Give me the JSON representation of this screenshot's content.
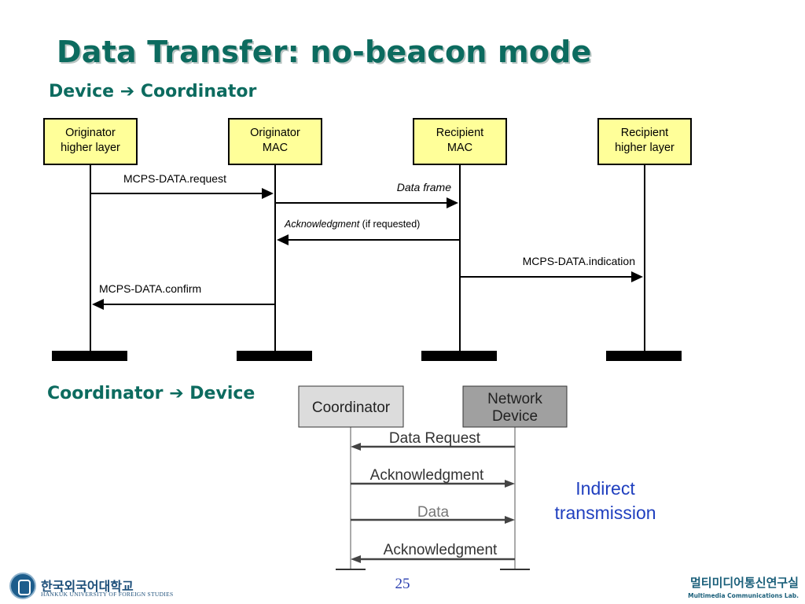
{
  "slide": {
    "title": "Data Transfer: no-beacon mode",
    "section1": {
      "left": "Device",
      "arrow": "➔",
      "right": "Coordinator"
    },
    "section2": {
      "left": "Coordinator",
      "arrow": "➔",
      "right": "Device"
    },
    "indirect_note": [
      "Indirect",
      "transmission"
    ],
    "page_number": "25",
    "university": {
      "name_ko": "한국외국어대학교",
      "name_en": "HANKUK UNIVERSITY OF FOREIGN STUDIES"
    },
    "lab": {
      "name_ko": "멀티미디어통신연구실",
      "name_en": "Multimedia Communications Lab."
    }
  },
  "diagram1": {
    "entities": [
      {
        "id": "orig_hl",
        "lines": [
          "Originator",
          "higher layer"
        ]
      },
      {
        "id": "orig_mac",
        "lines": [
          "Originator",
          "MAC"
        ]
      },
      {
        "id": "rec_mac",
        "lines": [
          "Recipient",
          "MAC"
        ]
      },
      {
        "id": "rec_hl",
        "lines": [
          "Recipient",
          "higher layer"
        ]
      }
    ],
    "messages": [
      {
        "from": "orig_hl",
        "to": "orig_mac",
        "label": "MCPS-DATA.request"
      },
      {
        "from": "orig_mac",
        "to": "rec_mac",
        "label": "Data frame"
      },
      {
        "from": "rec_mac",
        "to": "orig_mac",
        "label_italic": "Acknowledgment",
        "label_rest": " (if requested)"
      },
      {
        "from": "rec_mac",
        "to": "rec_hl",
        "label": "MCPS-DATA.indication"
      },
      {
        "from": "orig_mac",
        "to": "orig_hl",
        "label": "MCPS-DATA.confirm"
      }
    ],
    "colors": {
      "box_fill": "#ffff99",
      "line": "#000000"
    }
  },
  "diagram2": {
    "entities": [
      {
        "id": "coordinator",
        "lines": [
          "Coordinator"
        ],
        "fill": "#dcdcdc"
      },
      {
        "id": "network_device",
        "lines": [
          "Network",
          "Device"
        ],
        "fill": "#a0a0a0"
      }
    ],
    "messages": [
      {
        "from": "network_device",
        "to": "coordinator",
        "label": "Data Request"
      },
      {
        "from": "coordinator",
        "to": "network_device",
        "label": "Acknowledgment"
      },
      {
        "from": "coordinator",
        "to": "network_device",
        "label": "Data",
        "label_color": "#777777"
      },
      {
        "from": "network_device",
        "to": "coordinator",
        "label": "Acknowledgment"
      }
    ],
    "colors": {
      "line": "#444444"
    }
  }
}
